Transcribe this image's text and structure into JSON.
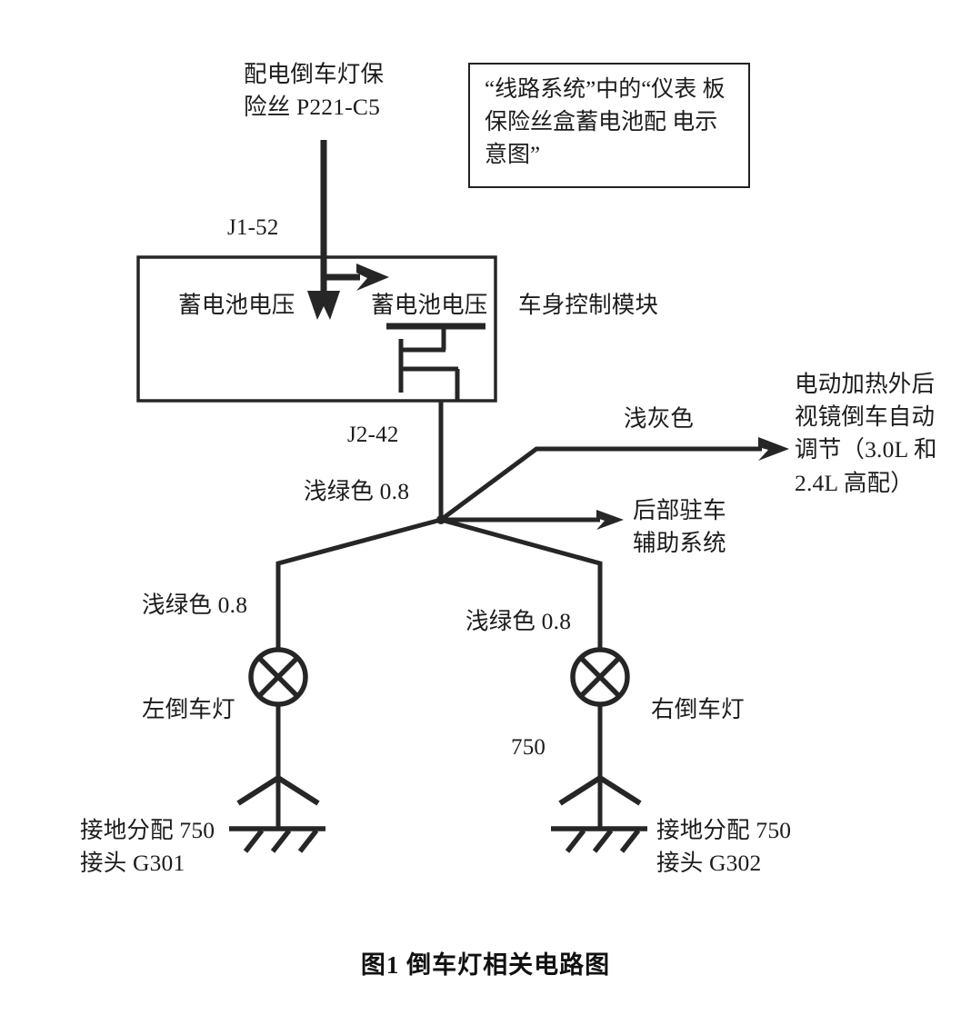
{
  "figure": {
    "caption": "图1  倒车灯相关电路图",
    "title": "倒车灯相关电路图"
  },
  "notes": {
    "reference_box": "“线路系统”中的“仪表\n板保险丝盒蓄电池配\n电示意图”"
  },
  "source": {
    "fuse_label": "配电倒车灯保\n险丝 P221-C5",
    "connector_in": "J1-52"
  },
  "module": {
    "name": "车身控制模块",
    "pin_in_voltage": "蓄电池电压",
    "pin_out_voltage": "蓄电池电压",
    "connector_out": "J2-42"
  },
  "wires": {
    "bcm_out": "浅绿色 0.8",
    "left_branch": "浅绿色 0.8",
    "right_branch": "浅绿色 0.8",
    "mirror_wire": "浅灰色",
    "right_ground_wire": "750"
  },
  "loads": {
    "left_lamp": "左倒车灯",
    "right_lamp": "右倒车灯",
    "mirror_system": "电动加热外后\n视镜倒车自动\n调节（3.0L 和\n2.4L 高配）",
    "park_assist": "后部驻车\n辅助系统"
  },
  "grounds": {
    "left": "接地分配 750\n接头 G301",
    "right": "接地分配 750\n接头 G302"
  },
  "colors": {
    "ink": "#1c1c1c",
    "line": "#262626",
    "paper": "#ffffff"
  }
}
